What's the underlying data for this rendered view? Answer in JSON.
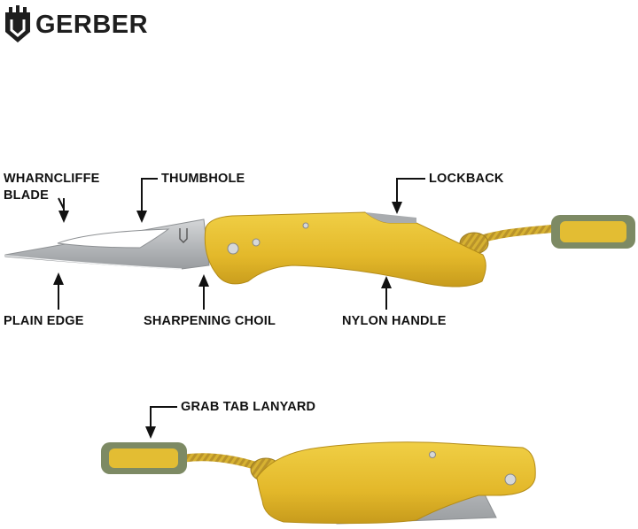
{
  "brand": {
    "name": "GERBER",
    "logo_icon": "gerber-shield-icon"
  },
  "callouts": {
    "wharncliffe_blade": "WHARNCLIFFE\nBLADE",
    "thumbhole": "THUMBHOLE",
    "lockback": "LOCKBACK",
    "plain_edge": "PLAIN EDGE",
    "sharpening_choil": "SHARPENING CHOIL",
    "nylon_handle": "NYLON HANDLE",
    "grab_tab_lanyard": "GRAB TAB LANYARD"
  },
  "colors": {
    "handle": "#e7bf2d",
    "handle_shade": "#c99b1e",
    "blade": "#b9bcbf",
    "lanyard": "#d8b431",
    "tab": "#7d8a64",
    "ink": "#111111"
  }
}
